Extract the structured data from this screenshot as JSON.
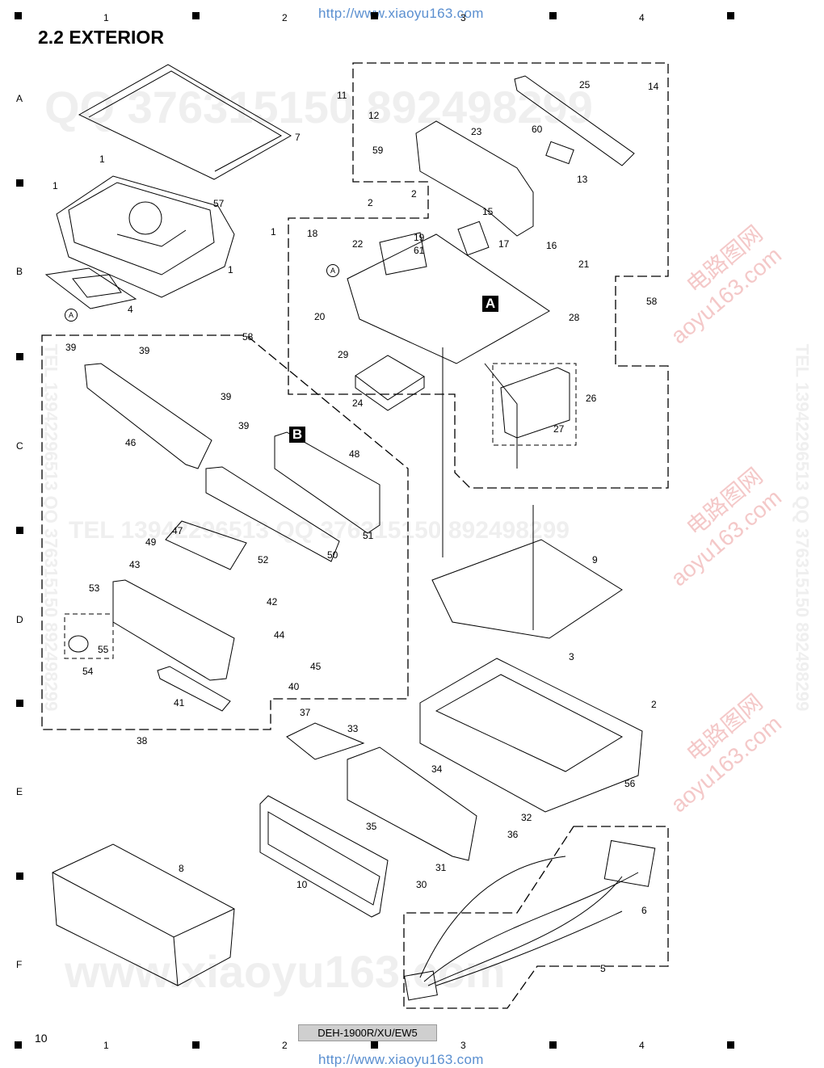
{
  "header": {
    "url": "http://www.xiaoyu163.com",
    "title": "2.2  EXTERIOR"
  },
  "grid": {
    "columns": [
      "1",
      "2",
      "3",
      "4"
    ],
    "rows": [
      "A",
      "B",
      "C",
      "D",
      "E",
      "F"
    ]
  },
  "footer": {
    "page": "10",
    "model": "DEH-1900R/XU/EW5",
    "url": "http://www.xiaoyu163.com"
  },
  "watermarks": {
    "qq": "QQ 376315150   892498299",
    "tel": "TEL  13942296513  QQ  376315150  892498299",
    "side_left": "TEL 13942296513  QQ 376315150  892498299",
    "side_right": "TEL 13942296513  QQ 376315150  892498299",
    "www": "www.xiaoyu163.com",
    "cn1": "电路图网",
    "cn2": "aoyu163.com"
  },
  "assembly_labels": {
    "a": "A",
    "b": "B",
    "ref_a": "A"
  },
  "callouts": {
    "c1a": "1",
    "c1b": "1",
    "c1c": "1",
    "c1d": "1",
    "c2a": "2",
    "c2b": "2",
    "c2c": "2",
    "c3": "3",
    "c4": "4",
    "c5": "5",
    "c6": "6",
    "c7": "7",
    "c8": "8",
    "c9": "9",
    "c10": "10",
    "c11": "11",
    "c12": "12",
    "c13": "13",
    "c14": "14",
    "c15": "15",
    "c16": "16",
    "c17": "17",
    "c18": "18",
    "c19": "19",
    "c20": "20",
    "c21": "21",
    "c22": "22",
    "c23": "23",
    "c24": "24",
    "c25": "25",
    "c26": "26",
    "c27": "27",
    "c28": "28",
    "c29": "29",
    "c30": "30",
    "c31": "31",
    "c32": "32",
    "c33": "33",
    "c34": "34",
    "c35": "35",
    "c36": "36",
    "c37": "37",
    "c38": "38",
    "c39a": "39",
    "c39b": "39",
    "c39c": "39",
    "c39d": "39",
    "c40": "40",
    "c41": "41",
    "c42": "42",
    "c43": "43",
    "c44": "44",
    "c45": "45",
    "c46": "46",
    "c47": "47",
    "c48": "48",
    "c49": "49",
    "c50": "50",
    "c51": "51",
    "c52": "52",
    "c53": "53",
    "c54": "54",
    "c55": "55",
    "c56": "56",
    "c57": "57",
    "c58a": "58",
    "c58b": "58",
    "c59": "59",
    "c60": "60",
    "c61": "61"
  }
}
